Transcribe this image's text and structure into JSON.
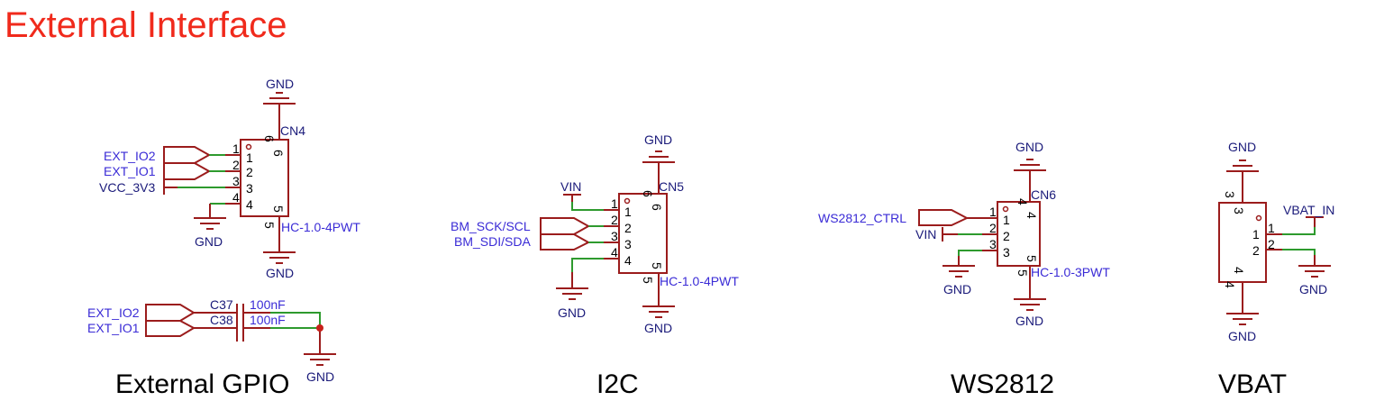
{
  "title": "External Interface",
  "sections": {
    "gpio": "External GPIO",
    "i2c": "I2C",
    "ws2812": "WS2812",
    "vbat": "VBAT"
  },
  "nets": {
    "gnd": "GND",
    "vin": "VIN",
    "vcc_3v3": "VCC_3V3",
    "ext_io1": "EXT_IO1",
    "ext_io2": "EXT_IO2",
    "bm_sck": "BM_SCK/SCL",
    "bm_sdi": "BM_SDI/SDA",
    "ws2812_ctrl": "WS2812_CTRL",
    "vbat_in": "VBAT_IN"
  },
  "components": {
    "cn4": {
      "ref": "CN4",
      "value": "HC-1.0-4PWT",
      "pins": [
        "1",
        "2",
        "3",
        "4",
        "5",
        "6"
      ]
    },
    "cn5": {
      "ref": "CN5",
      "value": "HC-1.0-4PWT",
      "pins": [
        "1",
        "2",
        "3",
        "4",
        "5",
        "6"
      ]
    },
    "cn6": {
      "ref": "CN6",
      "value": "HC-1.0-3PWT",
      "pins": [
        "1",
        "2",
        "3",
        "4",
        "5"
      ]
    },
    "vbat": {
      "ref": "",
      "value": "",
      "pins": [
        "1",
        "2",
        "3",
        "4"
      ]
    },
    "c37": {
      "ref": "C37",
      "value": "100nF"
    },
    "c38": {
      "ref": "C38",
      "value": "100nF"
    }
  },
  "colors": {
    "title": "#f02a1c",
    "wire": "#9b1c1c",
    "net_wire": "#2e9a2e",
    "net_label": "#3a2bd6",
    "power_label": "#1a1a7a",
    "junction": "#c8201a"
  }
}
